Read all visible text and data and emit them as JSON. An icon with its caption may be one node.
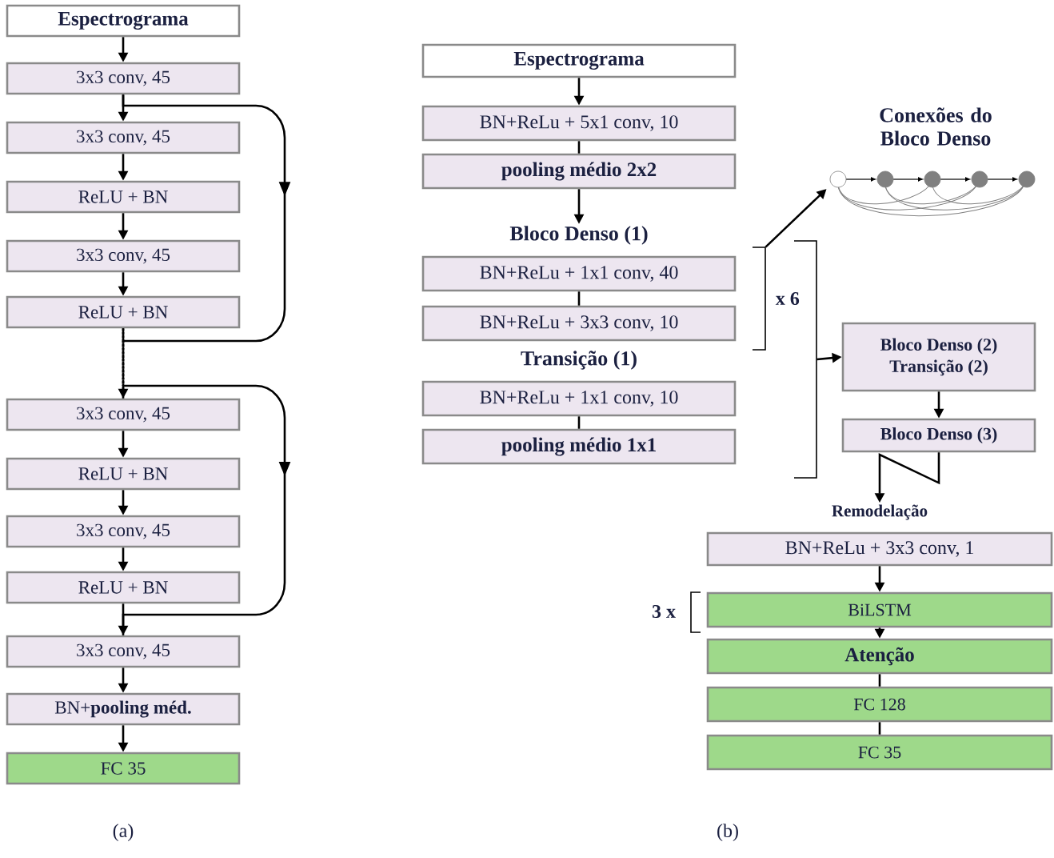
{
  "diagram": {
    "nodes": [
      {
        "text": [
          "Espectrograma"
        ]
      },
      {
        "text": [
          "3x3 conv, 45"
        ]
      },
      {
        "text": [
          "3x3 conv, 45"
        ]
      },
      {
        "text": [
          "ReLU + BN"
        ]
      },
      {
        "text": [
          "3x3 conv, 45"
        ]
      },
      {
        "text": [
          "ReLU + BN"
        ]
      },
      {
        "text": [
          "3x3 conv, 45"
        ]
      },
      {
        "text": [
          "ReLU + BN"
        ]
      },
      {
        "text": [
          "3x3 conv, 45"
        ]
      },
      {
        "text": [
          "ReLU + BN"
        ]
      },
      {
        "text": [
          "3x3 conv, 45"
        ]
      },
      {
        "text": [
          "BN+**pooling méd.**"
        ]
      },
      {
        "text": [
          "FC 35"
        ]
      },
      {
        "text": [
          "Espectrograma"
        ]
      },
      {
        "text": [
          "BN+ReLu + 5x1 conv, 10"
        ]
      },
      {
        "text": [
          "pooling médio 2x2"
        ]
      },
      {
        "text": [
          "Bloco Denso (1)",
          "BN+ReLu + 1x1 conv, 40"
        ]
      },
      {
        "text": [
          "BN+ReLu + 3x3 conv, 10"
        ]
      },
      {
        "text": [
          "Transição (1)",
          "BN+ReLu + 1x1 conv, 10"
        ]
      },
      {
        "text": [
          "pooling médio 1x1"
        ]
      },
      {
        "text": [
          "Bloco Denso (2)",
          "Transição (2)"
        ]
      },
      {
        "text": [
          "Bloco Denso (3)"
        ]
      },
      {
        "text": [
          "Remodelação",
          "BN+ReLu + 3x3 conv, 1"
        ]
      },
      {
        "text": [
          "BiLSTM"
        ]
      },
      {
        "text": [
          "Atenção"
        ]
      },
      {
        "text": [
          "FC 128"
        ]
      },
      {
        "text": [
          "FC 35"
        ]
      },
      {
        "text": [],
        "shape": "picture"
      },
      {
        "text": [],
        "shape": "bracket",
        "beside": [
          "x 6"
        ]
      },
      {
        "text": [],
        "shape": "bracket"
      }
    ],
    "edges": [
      {
        "from": 0,
        "to": 1,
        "arrow": "to"
      },
      {
        "from": 1,
        "to": 2,
        "arrow": "to"
      },
      {
        "from": 2,
        "to": 3,
        "arrow": "to"
      },
      {
        "from": 3,
        "to": 4,
        "arrow": "to"
      },
      {
        "from": 4,
        "to": 5,
        "arrow": "to"
      },
      {
        "from": 5,
        "to": 6,
        "arrow": "to",
        "style": "dashed"
      },
      {
        "from": 6,
        "to": 7,
        "arrow": "to"
      },
      {
        "from": 7,
        "to": 8,
        "arrow": "to"
      },
      {
        "from": 8,
        "to": 9,
        "arrow": "to"
      },
      {
        "from": 9,
        "to": 10,
        "arrow": "to"
      },
      {
        "from": 10,
        "to": 11,
        "arrow": "to"
      },
      {
        "from": 11,
        "to": 12,
        "arrow": "to"
      },
      {
        "from": 1,
        "to": 6,
        "arrow": "to"
      },
      {
        "from": 5,
        "to": 10,
        "arrow": "to"
      },
      {
        "from": 13,
        "to": 14,
        "arrow": "to"
      },
      {
        "from": 14,
        "to": 15,
        "arrow": "none"
      },
      {
        "from": 15,
        "to": 16,
        "arrow": "to"
      },
      {
        "from": 16,
        "to": 17,
        "arrow": "none"
      },
      {
        "from": 18,
        "to": 19,
        "arrow": "none"
      },
      {
        "from": 28,
        "to": 27,
        "arrow": "to"
      },
      {
        "from": 29,
        "to": 20,
        "arrow": "to"
      },
      {
        "from": 20,
        "to": 21,
        "arrow": "to"
      },
      {
        "from": 21,
        "to": 22,
        "arrow": "to"
      },
      {
        "from": 22,
        "to": 23,
        "arrow": "to"
      },
      {
        "from": 23,
        "to": 24,
        "arrow": "to"
      },
      {
        "from": 24,
        "to": 25,
        "arrow": "none"
      },
      {
        "from": 25,
        "to": 26,
        "arrow": "none"
      }
    ],
    "labels": [
      "Conexões do Bloco Denso",
      "3 x",
      "(a)",
      "(b)"
    ]
  }
}
